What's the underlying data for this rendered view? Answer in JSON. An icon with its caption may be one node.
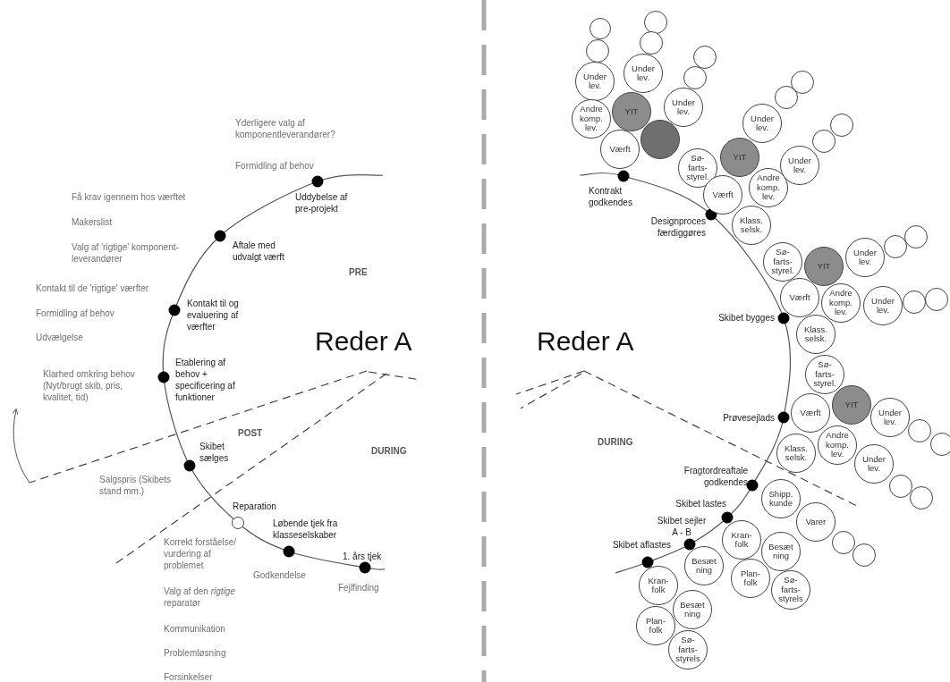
{
  "diagram": {
    "nodes": [
      {
        "text": [],
        "shape": "circle"
      },
      {
        "text": [],
        "shape": "circle"
      },
      {
        "text": [
          "Under lev."
        ]
      },
      {
        "text": [],
        "shape": "circle"
      },
      {
        "text": [],
        "shape": "circle"
      },
      {
        "text": [
          "Under lev."
        ]
      },
      {
        "text": [
          "Andre komp. lev."
        ]
      },
      {
        "text": [
          "YIT"
        ]
      },
      {
        "text": [],
        "shape": "circle"
      },
      {
        "text": [
          "Værft"
        ]
      },
      {
        "text": [],
        "shape": "circle"
      },
      {
        "text": [],
        "shape": "circle"
      },
      {
        "text": [
          "Under lev."
        ]
      },
      {
        "text": [],
        "shape": "circle"
      },
      {
        "text": [],
        "shape": "circle"
      },
      {
        "text": [
          "Under lev."
        ]
      },
      {
        "text": [
          "YIT"
        ]
      },
      {
        "text": [
          "Sø-farts-styrel."
        ]
      },
      {
        "text": [],
        "shape": "circle"
      },
      {
        "text": [],
        "shape": "circle"
      },
      {
        "text": [
          "Under lev."
        ]
      },
      {
        "text": [
          "Andre komp. lev."
        ]
      },
      {
        "text": [
          "Værft"
        ]
      },
      {
        "text": [
          "Klass. selsk."
        ]
      },
      {
        "text": [
          "Sø-farts-styrel."
        ]
      },
      {
        "text": [
          "YIT"
        ]
      },
      {
        "text": [
          "Under lev."
        ]
      },
      {
        "text": [],
        "shape": "circle"
      },
      {
        "text": [],
        "shape": "circle"
      },
      {
        "text": [
          "Værft"
        ]
      },
      {
        "text": [
          "Andre komp. lev."
        ]
      },
      {
        "text": [
          "Under lev."
        ]
      },
      {
        "text": [],
        "shape": "circle"
      },
      {
        "text": [],
        "shape": "circle"
      },
      {
        "text": [
          "Klass. selsk."
        ]
      },
      {
        "text": [
          "Sø-farts-styrel."
        ]
      },
      {
        "text": [
          "YIT"
        ]
      },
      {
        "text": [
          "Værft"
        ]
      },
      {
        "text": [
          "Under lev."
        ]
      },
      {
        "text": [],
        "shape": "circle"
      },
      {
        "text": [],
        "shape": "circle"
      },
      {
        "text": [
          "Klass. selsk."
        ]
      },
      {
        "text": [
          "Andre komp. lev."
        ]
      },
      {
        "text": [
          "Under lev."
        ]
      },
      {
        "text": [],
        "shape": "circle"
      },
      {
        "text": [],
        "shape": "circle"
      },
      {
        "text": [
          "Shipp. kunde"
        ]
      },
      {
        "text": [
          "Varer"
        ]
      },
      {
        "text": [],
        "shape": "circle"
      },
      {
        "text": [],
        "shape": "circle"
      },
      {
        "text": [
          "Kran-folk"
        ]
      },
      {
        "text": [
          "Besæt ning"
        ]
      },
      {
        "text": [
          "Besæt ning"
        ]
      },
      {
        "text": [
          "Plan-folk"
        ]
      },
      {
        "text": [
          "Sø-farts-styrels"
        ]
      },
      {
        "text": [
          "Kran-folk"
        ]
      },
      {
        "text": [
          "Besæt ning"
        ]
      },
      {
        "text": [
          "Plan-folk"
        ]
      },
      {
        "text": [
          "Sø-farts-styrels"
        ]
      }
    ],
    "labels": [
      "Yderligere valg af komponentleverandører?",
      "Formidling af behov",
      "Få krav igennem hos værftet",
      "Uddybelse af pre-projekt",
      "Makerslist",
      "Valg af 'rigtige' komponent-leverandører",
      "Aftale med udvalgt værft",
      "PRE",
      "Kontakt til de 'rigtige' værfter",
      "Kontakt til og evaluering af værfter",
      "Formidling af behov",
      "Udvælgelse",
      "Reder A",
      "Reder A",
      "Klarhed omkring behov (Nyt/brugt skib, pris, kvalitet, tid)",
      "Etablering af behov + specificering af funktioner",
      "POST",
      "DURING",
      "DURING",
      "Skibet sælges",
      "Salgspris (Skibets stand mm.)",
      "Reparation",
      "Løbende tjek fra klasseselskaber",
      "Korrekt forståelse/ vurdering af problemet",
      "1. års tjek",
      "Godkendelse",
      "Fejlfinding",
      "Valg af den *rigtige* reparatør",
      "Kommunikation",
      "Problemløsning",
      "Forsinkelser",
      "Kontrakt godkendes",
      "Designproces færdiggøres",
      "Skibet bygges",
      "Prøvesejlads",
      "Fragtordreaftale godkendes",
      "Skibet lastes",
      "Skibet sejler A - B",
      "Skibet aflastes"
    ]
  }
}
